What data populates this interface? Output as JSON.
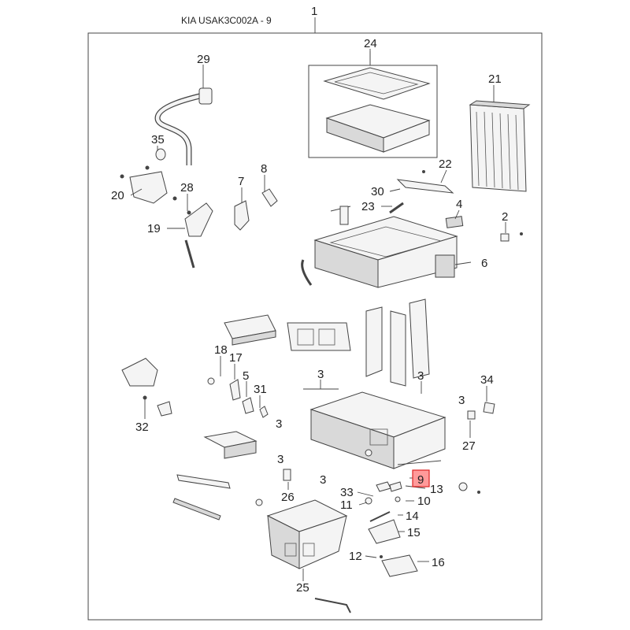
{
  "header": {
    "title": "KIA USAK3C002A - 9"
  },
  "callouts": {
    "c1": "1",
    "c2": "2",
    "c3a": "3",
    "c3b": "3",
    "c3c": "3",
    "c3d": "3",
    "c3e": "3",
    "c3f": "3",
    "c4": "4",
    "c5": "5",
    "c6": "6",
    "c7": "7",
    "c8": "8",
    "c9": "9",
    "c10": "10",
    "c11": "11",
    "c12": "12",
    "c13": "13",
    "c14": "14",
    "c15": "15",
    "c16": "16",
    "c17": "17",
    "c18": "18",
    "c19": "19",
    "c20": "20",
    "c21": "21",
    "c22": "22",
    "c23": "23",
    "c24": "24",
    "c25": "25",
    "c26": "26",
    "c27": "27",
    "c28": "28",
    "c29": "29",
    "c30": "30",
    "c31": "31",
    "c32": "32",
    "c33": "33",
    "c34": "34",
    "c35": "35"
  },
  "highlight": {
    "part": "9",
    "color": "#ff9a9a"
  }
}
